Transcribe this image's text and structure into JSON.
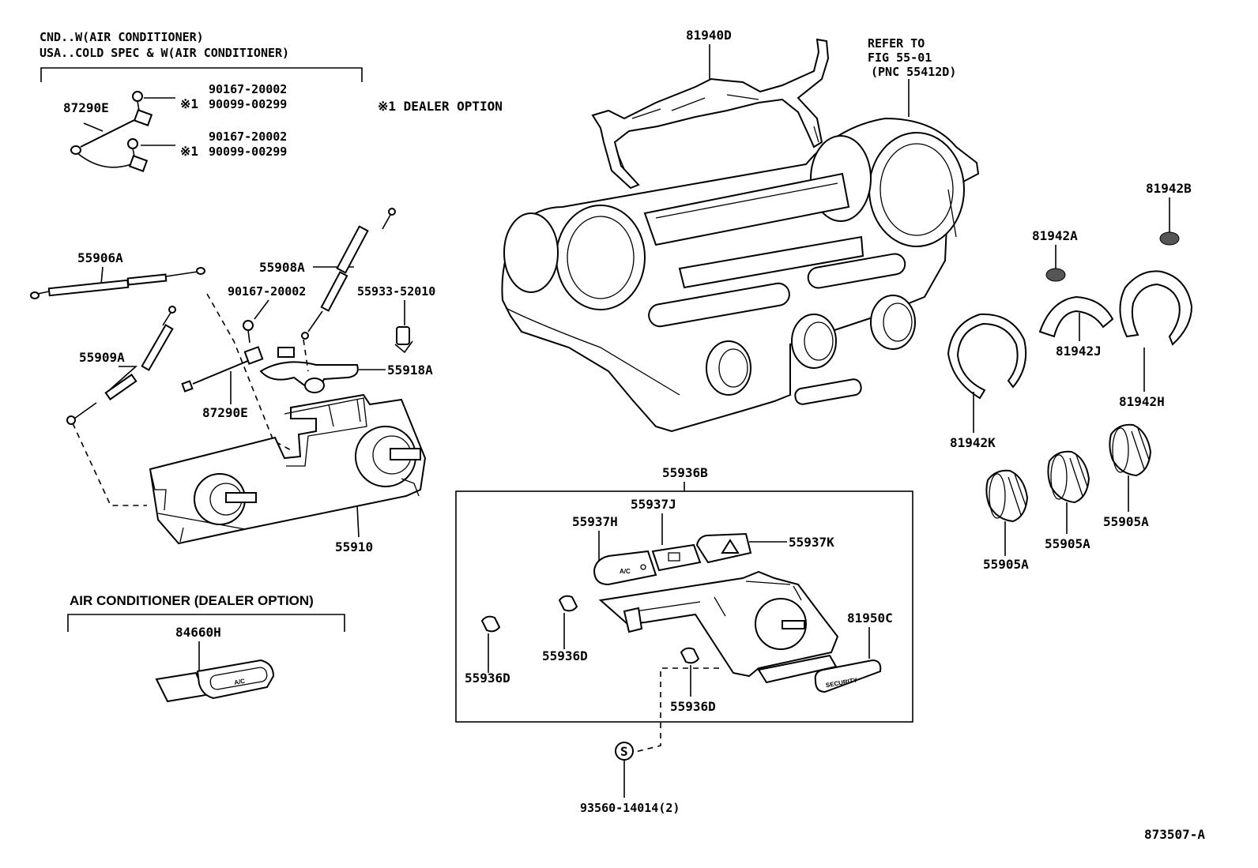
{
  "header": {
    "line1": "CND..W(AIR CONDITIONER)",
    "line2": "USA..COLD SPEC & W(AIR CONDITIONER)"
  },
  "note": {
    "dealer_option": "※1 DEALER OPTION",
    "mark1": "※1",
    "mark2": "※1"
  },
  "refer": {
    "line1": "REFER TO",
    "line2": "FIG 55-01",
    "line3": "(PNC 55412D)"
  },
  "labels": {
    "p87290E_top": "87290E",
    "p90167_top1": "90167-20002",
    "p90099_top1": "90099-00299",
    "p90167_top2": "90167-20002",
    "p90099_top2": "90099-00299",
    "p55906A": "55906A",
    "p55908A": "55908A",
    "p90167_mid": "90167-20002",
    "p55933": "55933-52010",
    "p55909A": "55909A",
    "p55918A": "55918A",
    "p87290E_mid": "87290E",
    "p55910": "55910",
    "p81940D": "81940D",
    "p81942B": "81942B",
    "p81942A": "81942A",
    "p81942J": "81942J",
    "p81942H": "81942H",
    "p81942K": "81942K",
    "p55905A_1": "55905A",
    "p55905A_2": "55905A",
    "p55905A_3": "55905A",
    "p55936B": "55936B",
    "p55937J": "55937J",
    "p55937H": "55937H",
    "p55937K": "55937K",
    "p81950C": "81950C",
    "p55936D_1": "55936D",
    "p55936D_2": "55936D",
    "p55936D_3": "55936D",
    "p93560": "93560-14014(2)",
    "p84660H": "84660H"
  },
  "section": {
    "air_conditioner": "AIR CONDITIONER (DEALER OPTION)"
  },
  "switch_text": {
    "ac": "A/C",
    "ac2": "A/C",
    "security": "SECURITY",
    "s_mark": "S"
  },
  "figure_id": "873507-A"
}
